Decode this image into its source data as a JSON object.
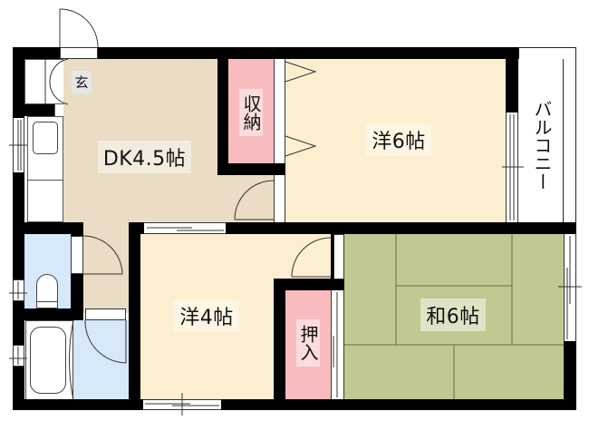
{
  "floorplan": {
    "colors": {
      "wall": "#000000",
      "dk_floor": "#eadcc5",
      "western_floor": "#fcefd0",
      "tatami": "#c3c892",
      "tatami_line": "#6b6a3a",
      "storage": "#f9bcbe",
      "wet_area": "#d6e8fa",
      "genkan": "#d8d8d8",
      "label_bg_dk": "#f3ebdd",
      "label_bg_western": "#fdf6e3",
      "label_bg_tatami": "#dfe3c6",
      "label_bg_storage": "#fbdcdc"
    },
    "rooms": {
      "genkan": {
        "label": "玄"
      },
      "dk": {
        "label": "DK4.5帖"
      },
      "closet": {
        "label": "収納"
      },
      "western_6": {
        "label": "洋6帖"
      },
      "balcony": {
        "label": "バルコニー"
      },
      "western_4": {
        "label": "洋4帖"
      },
      "oshiire": {
        "label": "押入"
      },
      "japanese_6": {
        "label": "和6帖"
      }
    }
  }
}
